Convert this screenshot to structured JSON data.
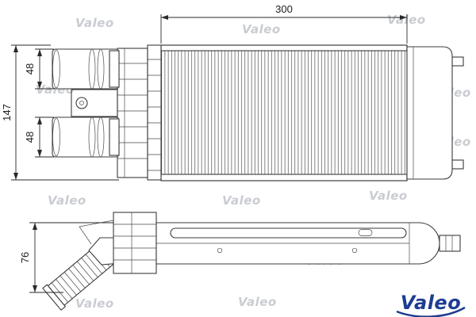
{
  "watermark": {
    "text": "Valeo",
    "color": "#c9ccd1"
  },
  "logo": {
    "text": "Valeo",
    "color": "#1d3d91"
  },
  "drawing": {
    "line_color": "#3b3b3b",
    "description": "intercooler-technical-drawing",
    "front_view": {
      "dim_width": "300",
      "dim_height": "147",
      "dim_pipe_top": "48",
      "dim_pipe_bottom": "48"
    },
    "top_view": {
      "dim_height": "76"
    }
  }
}
